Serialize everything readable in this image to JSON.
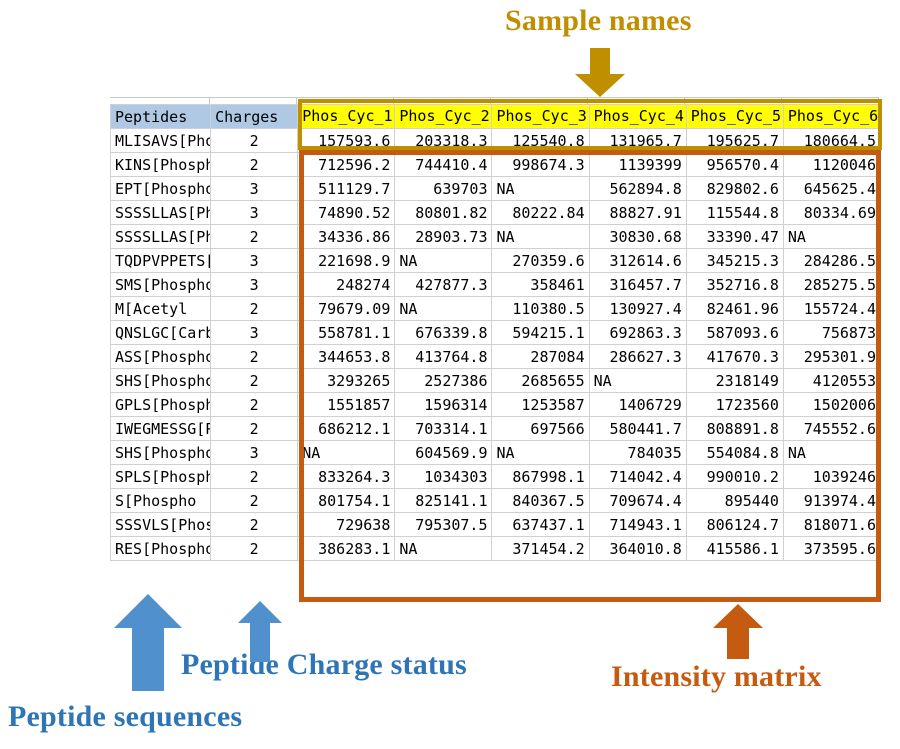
{
  "annotations": {
    "sample_names": "Sample names",
    "intensity_matrix": "Intensity matrix",
    "charge_status": "Peptide Charge status",
    "peptide_sequences": "Peptide sequences",
    "colors": {
      "sample_names": "#BF8F00",
      "intensity_matrix": "#C55A11",
      "blue_labels": "#2E75B6",
      "header_highlight": "#FFFF00",
      "header_band": "#AFC9E4"
    }
  },
  "table": {
    "row_headers": [
      "Peptides",
      "Charges"
    ],
    "sample_headers": [
      "Phos_Cyc_1",
      "Phos_Cyc_2",
      "Phos_Cyc_3",
      "Phos_Cyc_4",
      "Phos_Cyc_5",
      "Phos_Cyc_6"
    ],
    "rows": [
      {
        "peptide": "MLISAVS[Phospho",
        "charge": "2",
        "values": [
          "157593.6",
          "203318.3",
          "125540.8",
          "131965.7",
          "195625.7",
          "180664.5"
        ]
      },
      {
        "peptide": "KINS[Phospho",
        "charge": "2",
        "values": [
          "712596.2",
          "744410.4",
          "998674.3",
          "1139399",
          "956570.4",
          "1120046"
        ]
      },
      {
        "peptide": "EPT[Phospho",
        "charge": "3",
        "values": [
          "511129.7",
          "639703",
          "NA",
          "562894.8",
          "829802.6",
          "645625.4"
        ]
      },
      {
        "peptide": "SSSSLLAS[Phospho",
        "charge": "3",
        "values": [
          "74890.52",
          "80801.82",
          "80222.84",
          "88827.91",
          "115544.8",
          "80334.69"
        ]
      },
      {
        "peptide": "SSSSLLAS[Phospho",
        "charge": "2",
        "values": [
          "34336.86",
          "28903.73",
          "NA",
          "30830.68",
          "33390.47",
          "NA"
        ]
      },
      {
        "peptide": "TQDPVPPETS[Phospho",
        "charge": "3",
        "values": [
          "221698.9",
          "NA",
          "270359.6",
          "312614.6",
          "345215.3",
          "284286.5"
        ]
      },
      {
        "peptide": "SMS[Phospho",
        "charge": "3",
        "values": [
          "248274",
          "427877.3",
          "358461",
          "316457.7",
          "352716.8",
          "285275.5"
        ]
      },
      {
        "peptide": "M[Acetyl",
        "charge": "2",
        "values": [
          "79679.09",
          "NA",
          "110380.5",
          "130927.4",
          "82461.96",
          "155724.4"
        ]
      },
      {
        "peptide": "QNSLGC[Carbamido",
        "charge": "3",
        "values": [
          "558781.1",
          "676339.8",
          "594215.1",
          "692863.3",
          "587093.6",
          "756873"
        ]
      },
      {
        "peptide": "ASS[Phospho",
        "charge": "2",
        "values": [
          "344653.8",
          "413764.8",
          "287084",
          "286627.3",
          "417670.3",
          "295301.9"
        ]
      },
      {
        "peptide": "SHS[Phospho",
        "charge": "2",
        "values": [
          "3293265",
          "2527386",
          "2685655",
          "NA",
          "2318149",
          "4120553"
        ]
      },
      {
        "peptide": "GPLS[Phospho",
        "charge": "2",
        "values": [
          "1551857",
          "1596314",
          "1253587",
          "1406729",
          "1723560",
          "1502006"
        ]
      },
      {
        "peptide": "IWEGMESSG[Phospho",
        "charge": "2",
        "values": [
          "686212.1",
          "703314.1",
          "697566",
          "580441.7",
          "808891.8",
          "745552.6"
        ]
      },
      {
        "peptide": "SHS[Phospho",
        "charge": "3",
        "values": [
          "NA",
          "604569.9",
          "NA",
          "784035",
          "554084.8",
          "NA"
        ]
      },
      {
        "peptide": "SPLS[Phospho",
        "charge": "2",
        "values": [
          "833264.3",
          "1034303",
          "867998.1",
          "714042.4",
          "990010.2",
          "1039246"
        ]
      },
      {
        "peptide": "S[Phospho",
        "charge": "2",
        "values": [
          "801754.1",
          "825141.1",
          "840367.5",
          "709674.4",
          "895440",
          "913974.4"
        ]
      },
      {
        "peptide": "SSSVLS[Phospho",
        "charge": "2",
        "values": [
          "729638",
          "795307.5",
          "637437.1",
          "714943.1",
          "806124.7",
          "818071.6"
        ]
      },
      {
        "peptide": "RES[Phospho",
        "charge": "2",
        "values": [
          "386283.1",
          "NA",
          "371454.2",
          "364010.8",
          "415586.1",
          "373595.6"
        ]
      }
    ]
  }
}
